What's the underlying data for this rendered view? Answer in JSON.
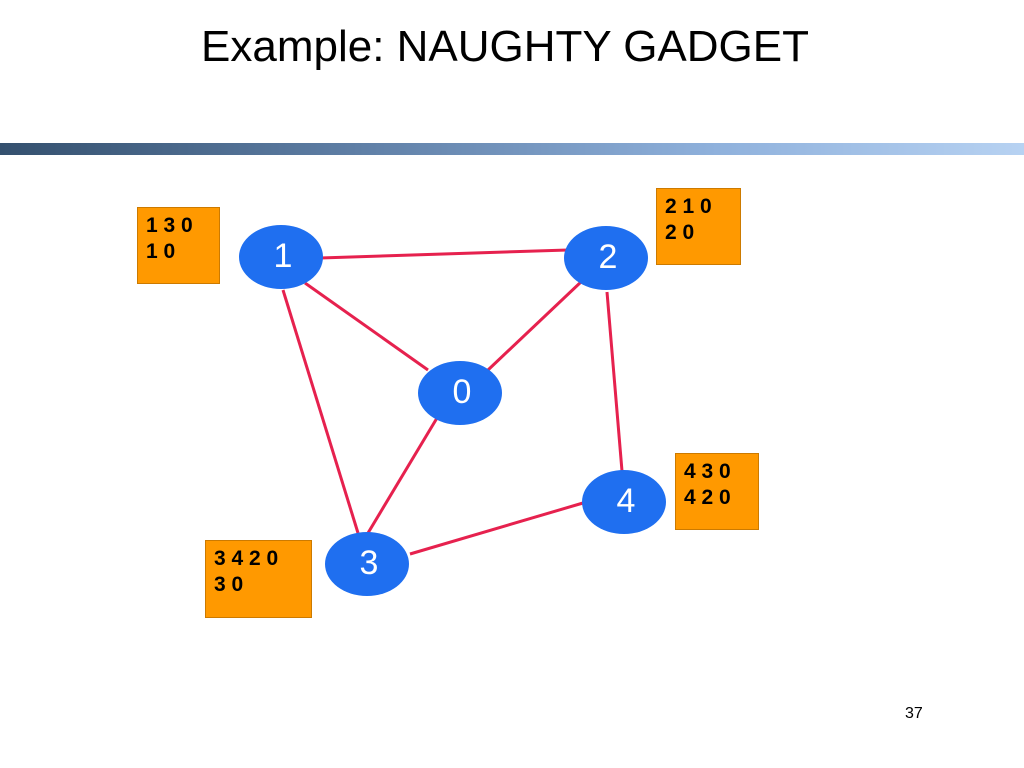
{
  "slide": {
    "title": "Example: NAUGHTY GADGET",
    "page_number": "37"
  },
  "colors": {
    "node_fill": "#1f6ff0",
    "edge": "#e6214e",
    "box_fill": "#ff9900",
    "divider_start": "#34506e",
    "divider_end": "#b7d2f2"
  },
  "graph": {
    "nodes": [
      {
        "id": "0",
        "label": "0"
      },
      {
        "id": "1",
        "label": "1"
      },
      {
        "id": "2",
        "label": "2"
      },
      {
        "id": "3",
        "label": "3"
      },
      {
        "id": "4",
        "label": "4"
      }
    ],
    "edges": [
      [
        "1",
        "2"
      ],
      [
        "1",
        "0"
      ],
      [
        "2",
        "0"
      ],
      [
        "1",
        "3"
      ],
      [
        "0",
        "3"
      ],
      [
        "2",
        "4"
      ],
      [
        "3",
        "4"
      ]
    ]
  },
  "boxes": {
    "node1": {
      "line1": "1 3 0",
      "line2": "1 0"
    },
    "node2": {
      "line1": "2 1 0",
      "line2": "2 0"
    },
    "node4": {
      "line1": "4 3 0",
      "line2": "4 2 0"
    },
    "node3": {
      "line1": "3 4 2 0",
      "line2": "3 0"
    }
  }
}
